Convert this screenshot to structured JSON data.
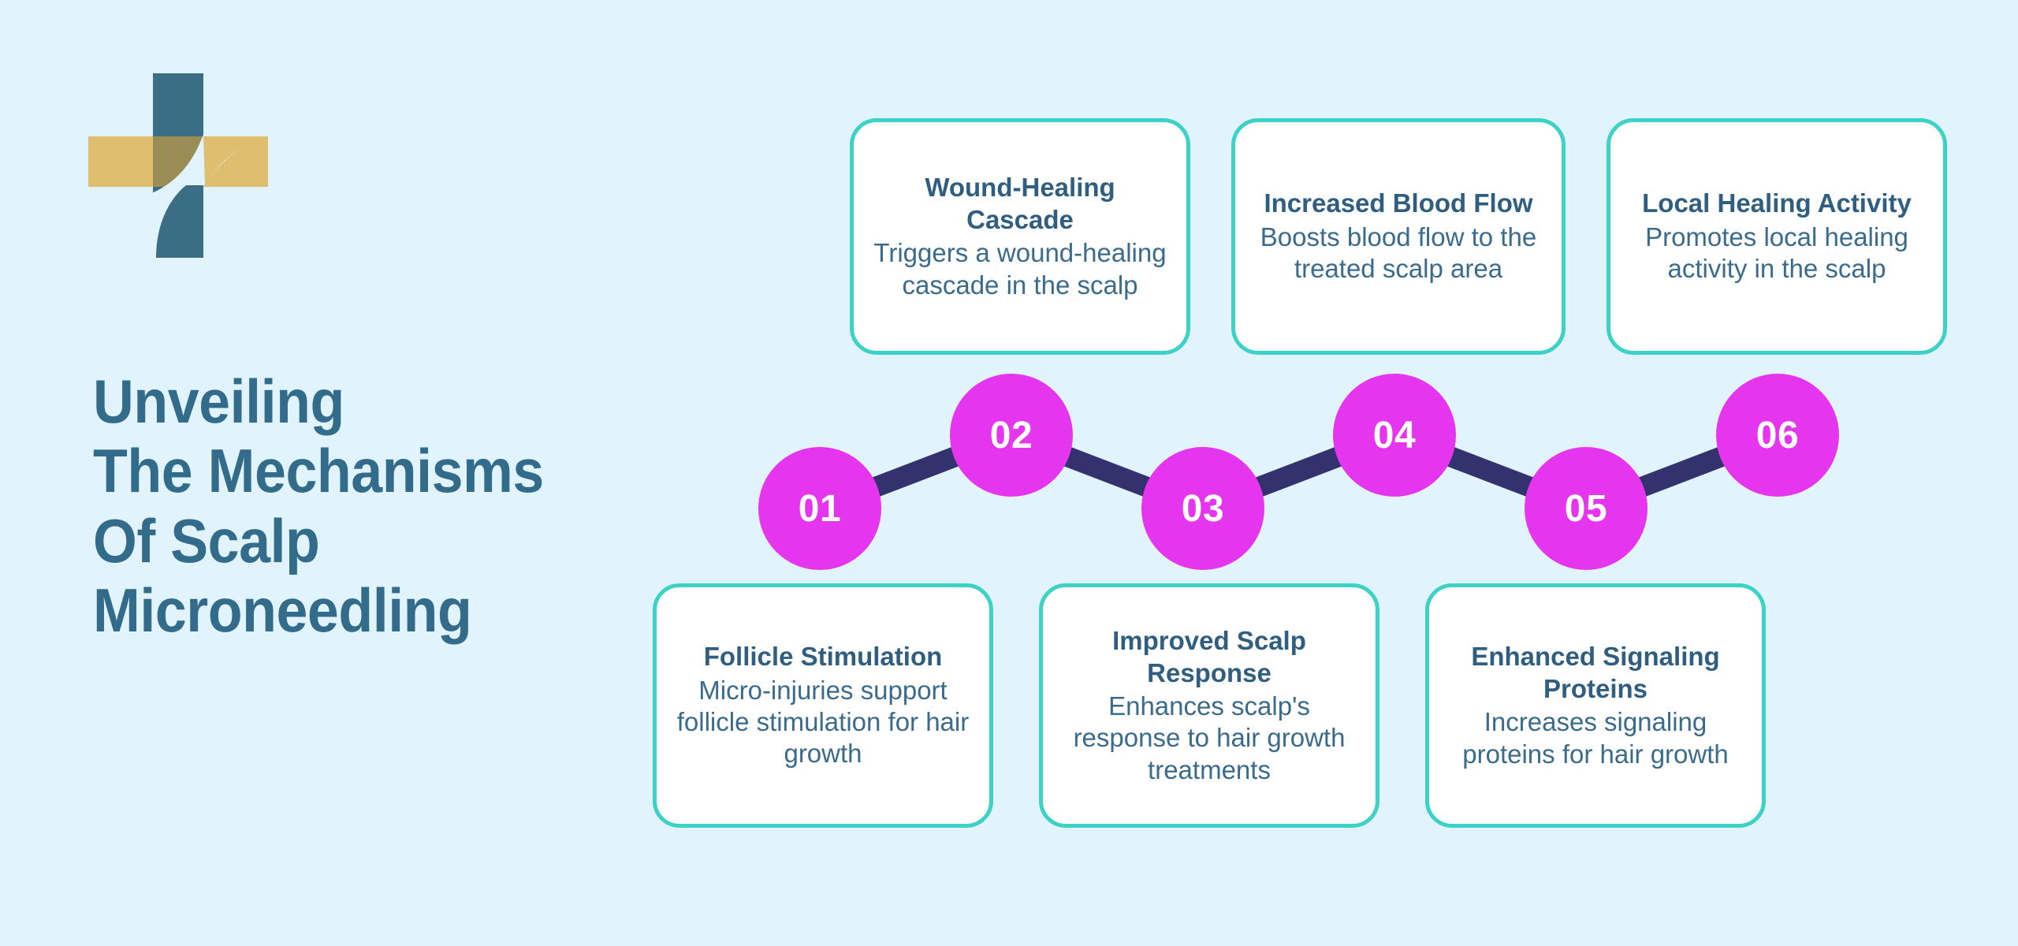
{
  "theme": {
    "background": "#e1f4fd",
    "card_border": "#3cd2c8",
    "card_fill": "#ffffff",
    "title_color": "#336b8a",
    "body_text_color": "#3a6b8c",
    "node_fill": "#e635ee",
    "node_text": "#ffffff",
    "connector": "#33316e",
    "logo_blue": "#3b6e85",
    "logo_gold": "#ddbf6f"
  },
  "header": {
    "title": "Unveiling\nThe Mechanisms\nOf Scalp\nMicroneedling",
    "title_lines": [
      "Unveiling",
      "The Mechanisms",
      "Of Scalp",
      "Microneedling"
    ],
    "logo_name": "cross-swoosh-logo"
  },
  "steps": [
    {
      "number": "01",
      "position": "low"
    },
    {
      "number": "02",
      "position": "high"
    },
    {
      "number": "03",
      "position": "low"
    },
    {
      "number": "04",
      "position": "high"
    },
    {
      "number": "05",
      "position": "low"
    },
    {
      "number": "06",
      "position": "high"
    }
  ],
  "cards_top": [
    {
      "step": "02",
      "title": "Wound-Healing Cascade",
      "description": "Triggers a wound-healing cascade in the scalp"
    },
    {
      "step": "04",
      "title": "Increased Blood Flow",
      "description": "Boosts blood flow to the treated scalp area"
    },
    {
      "step": "06",
      "title": "Local Healing Activity",
      "description": "Promotes local healing activity in the scalp"
    }
  ],
  "cards_bottom": [
    {
      "step": "01",
      "title": "Follicle Stimulation",
      "description": "Micro-injuries support follicle stimulation for hair growth"
    },
    {
      "step": "03",
      "title": "Improved Scalp Response",
      "description": "Enhances scalp's response to hair growth treatments"
    },
    {
      "step": "05",
      "title": "Enhanced Signaling Proteins",
      "description": "Increases signaling proteins for hair growth"
    }
  ]
}
